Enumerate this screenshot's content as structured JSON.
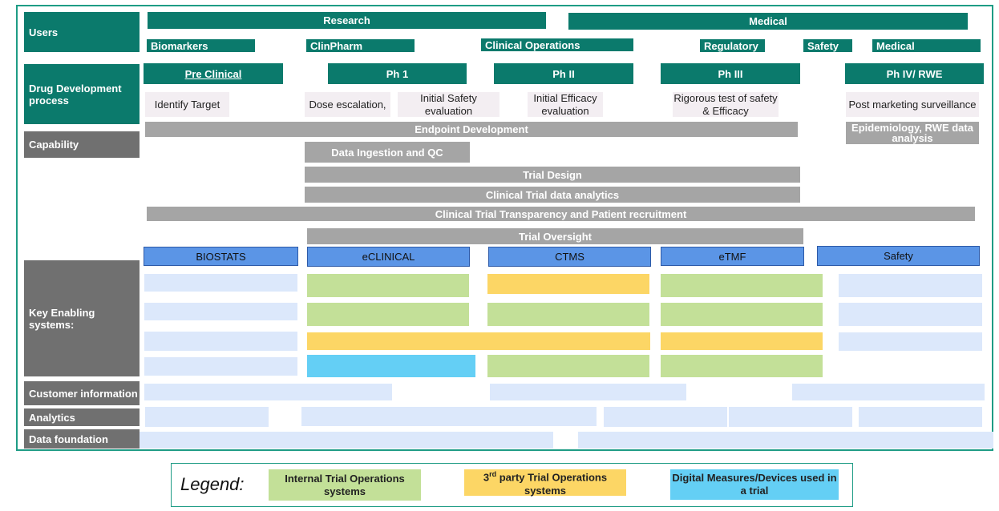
{
  "rows": {
    "users": "Users",
    "drug_dev": "Drug Development process",
    "capability": "Capability",
    "key_enabling": "Key Enabling systems:",
    "customer_info": "Customer information",
    "analytics": "Analytics",
    "data_foundation": "Data foundation"
  },
  "users": {
    "research": "Research",
    "medical": "Medical",
    "groups": [
      "Biomarkers",
      "ClinPharm",
      "Clinical Operations",
      "Regulatory",
      "Safety",
      "Medical"
    ]
  },
  "phases": [
    "Pre Clinical",
    "Ph 1",
    "Ph II",
    "Ph III",
    "Ph IV/ RWE"
  ],
  "phase_descriptions": [
    "Identify Target",
    "Dose escalation,",
    "Initial Safety evaluation",
    "Initial Efficacy evaluation",
    "Rigorous test of safety & Efficacy",
    "Post marketing surveillance"
  ],
  "capabilities": [
    "Endpoint Development",
    "Epidemiology, RWE data analysis",
    "Data Ingestion and QC",
    "Trial Design",
    "Clinical Trial data analytics",
    "Clinical Trial Transparency and Patient recruitment",
    "Trial Oversight"
  ],
  "systems": [
    "BIOSTATS",
    "eCLINICAL",
    "CTMS",
    "eTMF",
    "Safety"
  ],
  "legend": {
    "title": "Legend:",
    "internal": "Internal Trial Operations systems",
    "third_party_num": "3",
    "third_party_sup": "rd",
    "third_party_rest": " party Trial Operations systems",
    "digital": "Digital Measures/Devices used in a trial"
  },
  "colors": {
    "teal": "#0b7a6c",
    "grey_label": "#707070",
    "capability_grey": "#a5a5a5",
    "system_blue": "#5b95e6",
    "internal_green": "#c3e098",
    "third_party_yellow": "#fcd665",
    "digital_cyan": "#64cff5",
    "placeholder_blue": "#dce8fb"
  }
}
